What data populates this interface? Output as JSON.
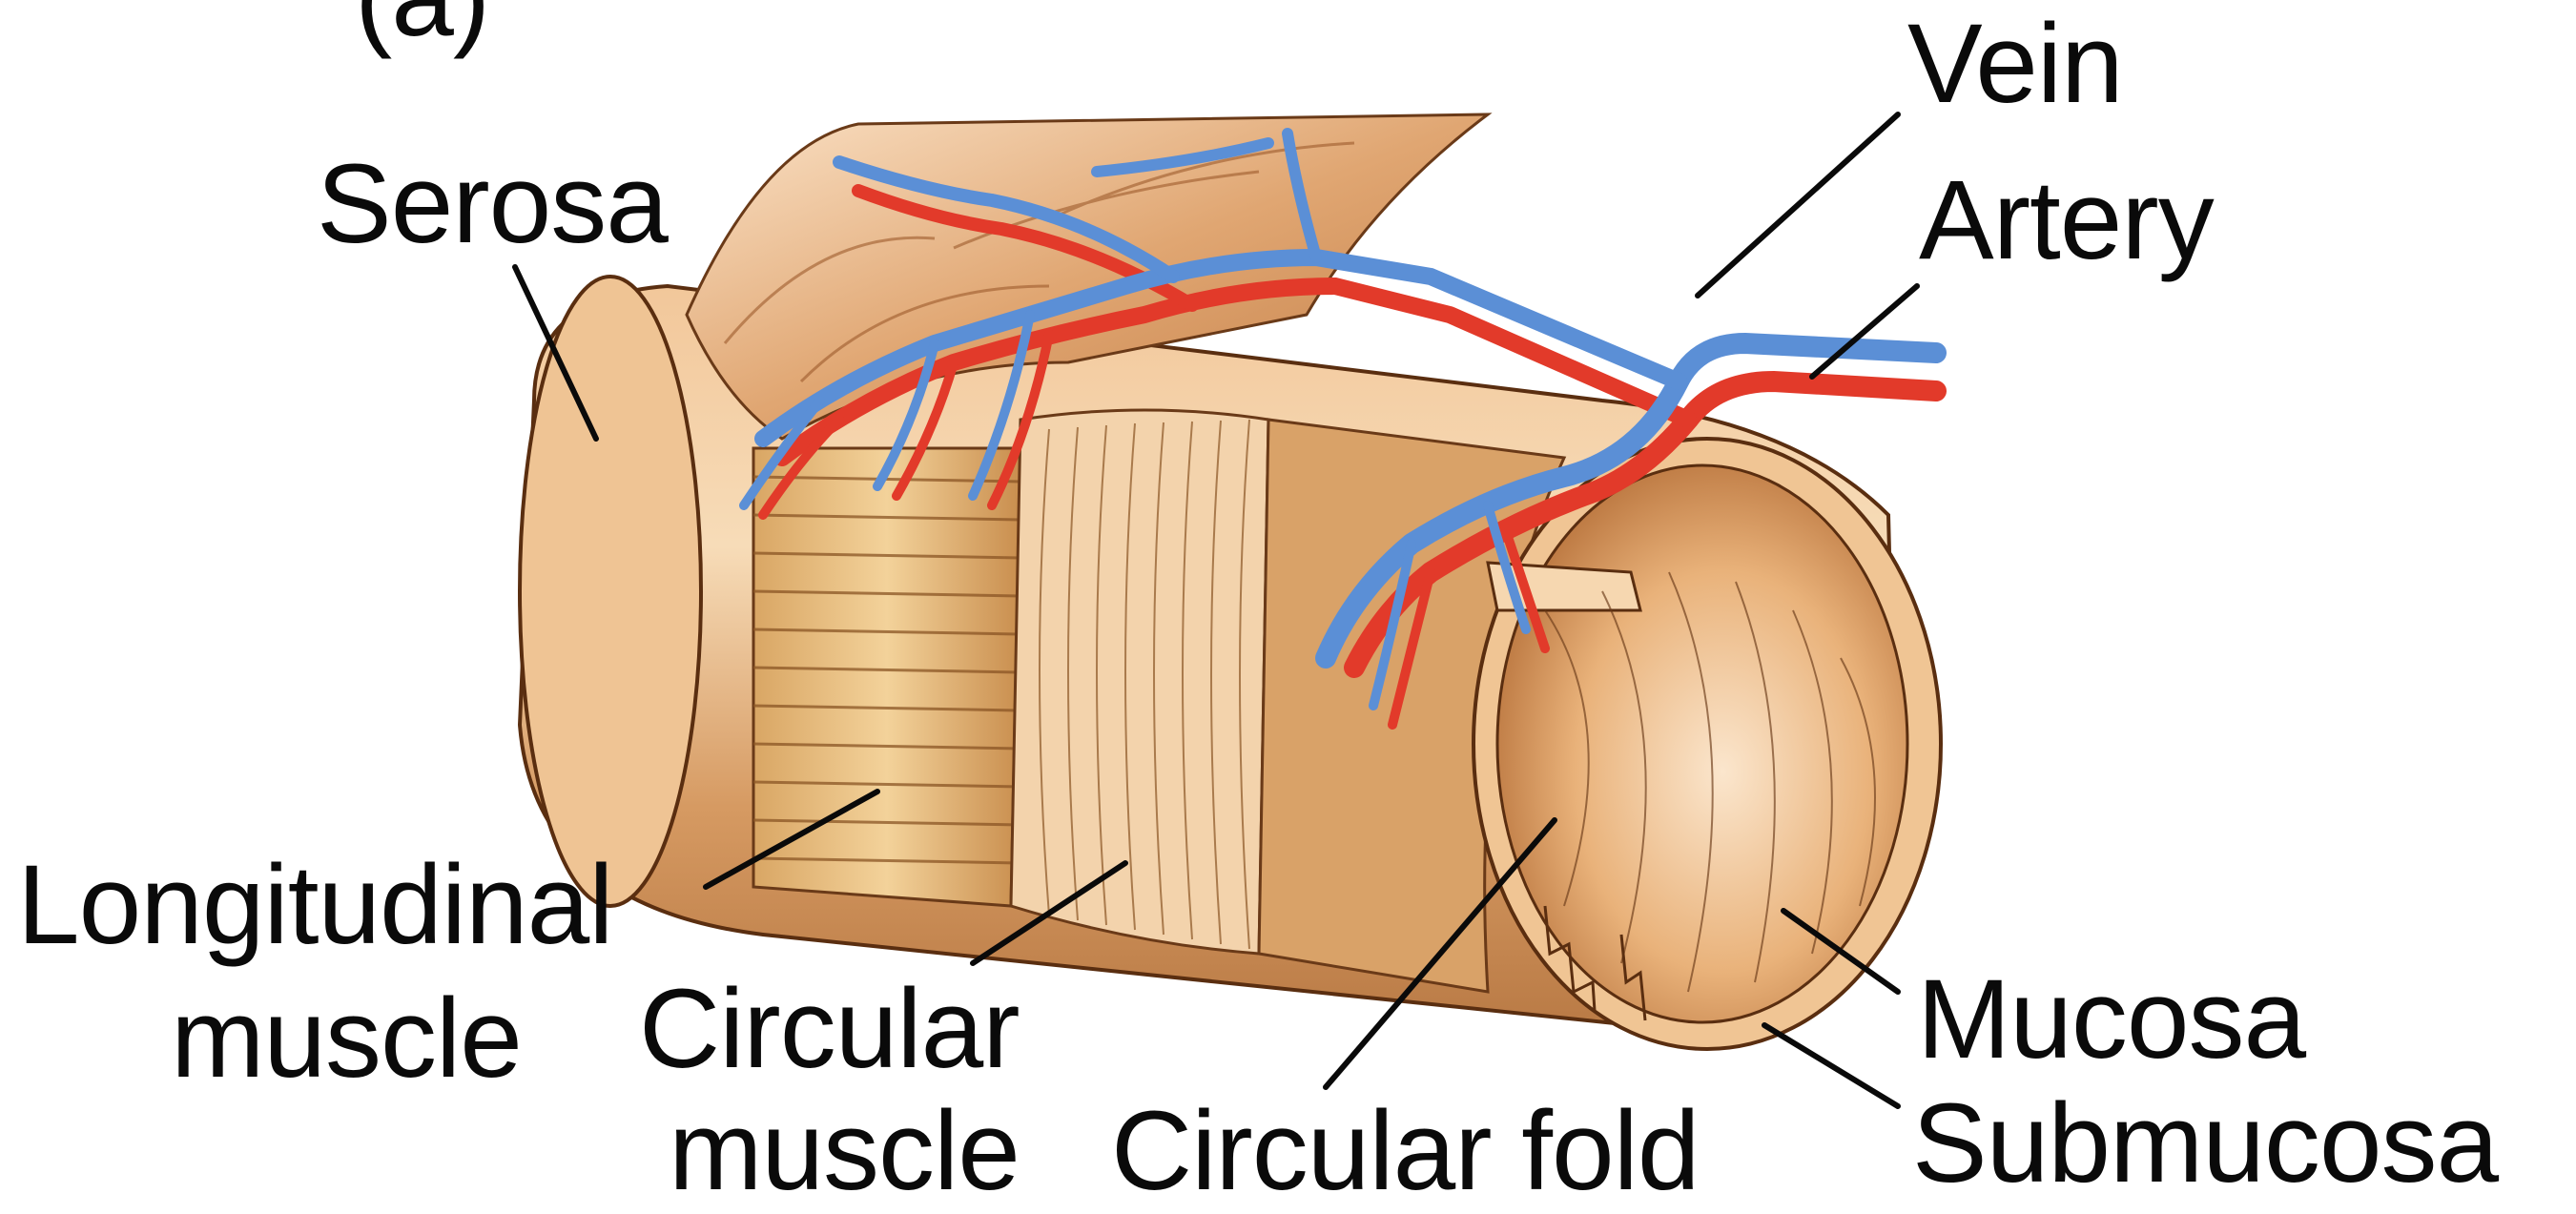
{
  "panel_letter": "(a)",
  "labels": {
    "vein": "Vein",
    "artery": "Artery",
    "serosa": "Serosa",
    "longitudinal_line1": "Longitudinal",
    "longitudinal_line2": "muscle",
    "circular_muscle_line1": "Circular",
    "circular_muscle_line2": "muscle",
    "circular_fold": "Circular fold",
    "mucosa": "Mucosa",
    "submucosa": "Submucosa"
  },
  "colors": {
    "tissue": "#d99a62",
    "tissue_light": "#f6d2a8",
    "tissue_dark": "#a8602c",
    "vein": "#5b8fd6",
    "artery": "#e23a2a",
    "lumen": "#e9b27a"
  }
}
